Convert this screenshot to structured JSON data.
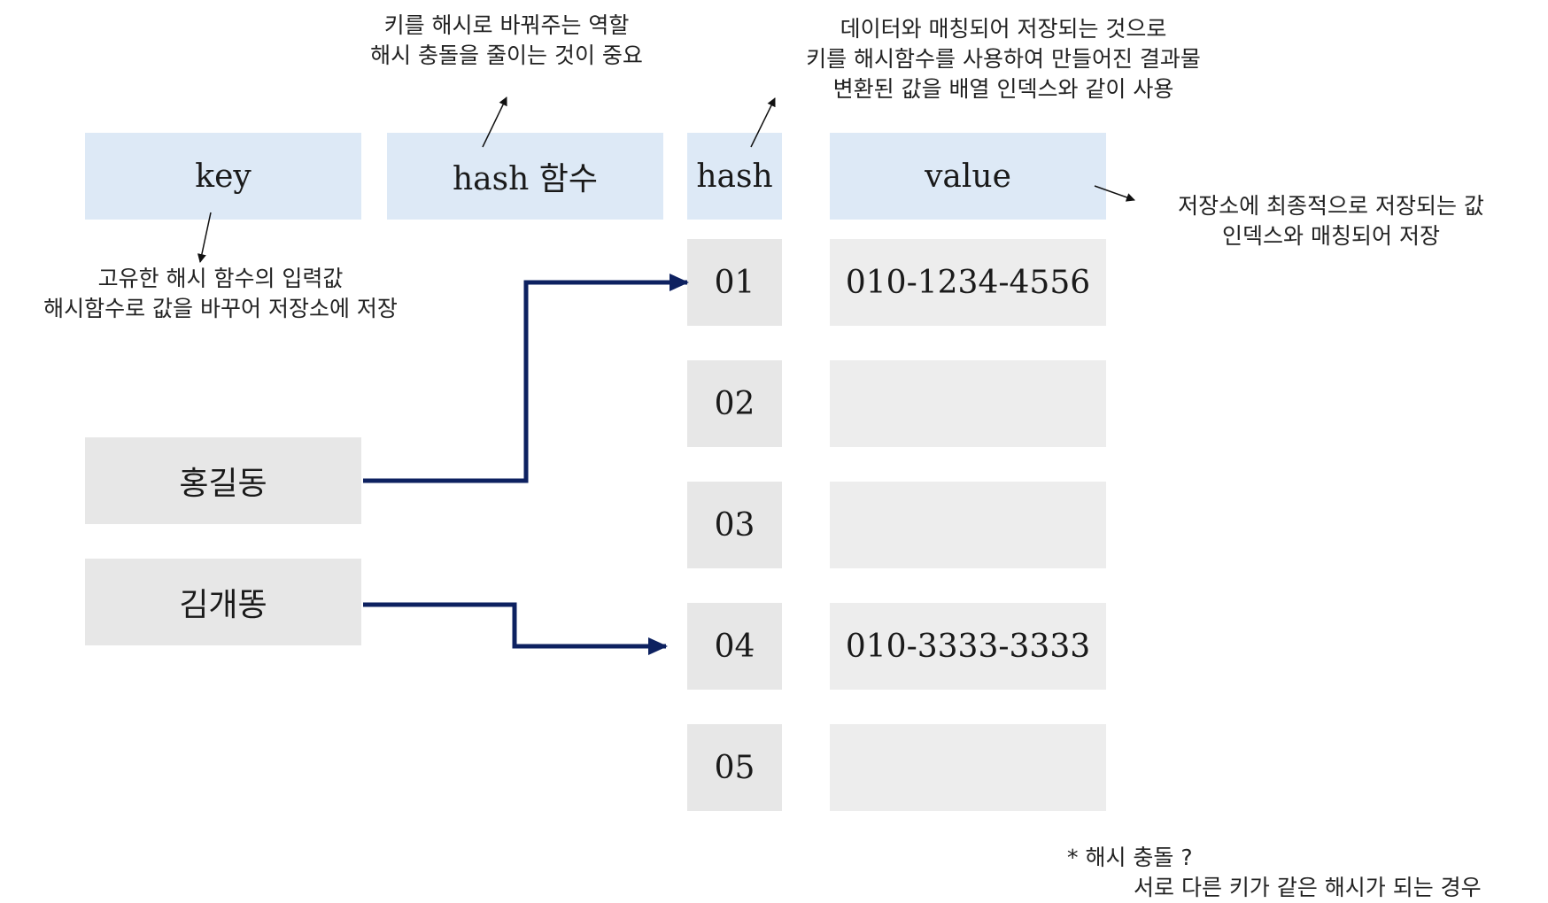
{
  "headers": {
    "key": "key",
    "hash_function": "hash 함수",
    "hash": "hash",
    "value": "value"
  },
  "keys": [
    "홍길동",
    "김개똥"
  ],
  "buckets": [
    {
      "hash": "01",
      "value": "010-1234-4556"
    },
    {
      "hash": "02",
      "value": ""
    },
    {
      "hash": "03",
      "value": ""
    },
    {
      "hash": "04",
      "value": "010-3333-3333"
    },
    {
      "hash": "05",
      "value": ""
    }
  ],
  "notes": {
    "hash_function": [
      "키를 해시로 바꿔주는 역할",
      "해시 충돌을 줄이는 것이 중요"
    ],
    "hash": [
      "데이터와 매칭되어 저장되는 것으로",
      "키를 해시함수를 사용하여 만들어진 결과물",
      "변환된 값을 배열 인덱스와 같이 사용"
    ],
    "key": [
      "고유한 해시 함수의 입력값",
      "해시함수로 값을 바꾸어 저장소에 저장"
    ],
    "value": [
      "저장소에 최종적으로 저장되는 값",
      "인덱스와 매칭되어 저장"
    ]
  },
  "footnote": {
    "title": "* 해시 충돌 ?",
    "text": "서로 다른 키가 같은 해시가 되는 경우"
  },
  "colors": {
    "header_bg": "#dde9f6",
    "cell_bg": "#e7e7e7",
    "mapping_arrow": "#0d2160"
  }
}
